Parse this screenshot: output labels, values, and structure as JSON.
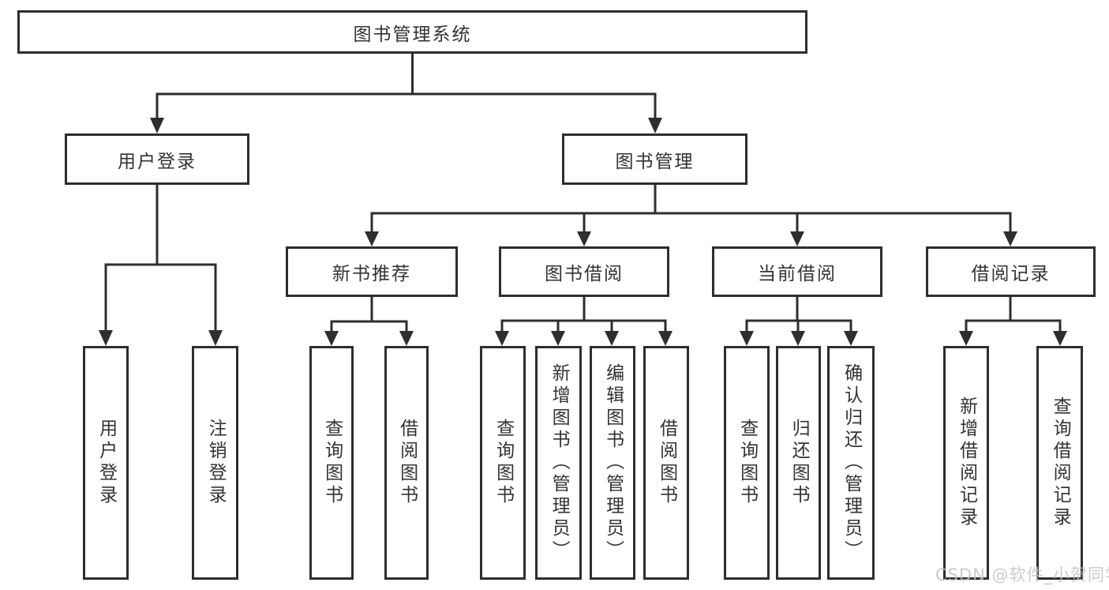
{
  "diagram": {
    "root": {
      "label": "图书管理系统"
    },
    "user_login": {
      "label": "用户登录",
      "children": [
        {
          "label": "用户登录"
        },
        {
          "label": "注销登录"
        }
      ]
    },
    "book_mgmt": {
      "label": "图书管理",
      "sections": [
        {
          "label": "新书推荐",
          "children": [
            {
              "label": "查询图书"
            },
            {
              "label": "借阅图书"
            }
          ]
        },
        {
          "label": "图书借阅",
          "children": [
            {
              "label": "查询图书"
            },
            {
              "label": "新增图书（管理员）"
            },
            {
              "label": "编辑图书（管理员）"
            },
            {
              "label": "借阅图书"
            }
          ]
        },
        {
          "label": "当前借阅",
          "children": [
            {
              "label": "查询图书"
            },
            {
              "label": "归还图书"
            },
            {
              "label": "确认归还（管理员）"
            }
          ]
        },
        {
          "label": "借阅记录",
          "children": [
            {
              "label": "新增借阅记录"
            },
            {
              "label": "查询借阅记录"
            }
          ]
        }
      ]
    }
  },
  "watermark": {
    "text": "CSDN @软件_小贺同学"
  },
  "colors": {
    "line": "#2e2e2e",
    "text": "#333333",
    "box_fill": "#ffffff",
    "watermark": "#c2c2c2",
    "background": "#ffffff"
  }
}
